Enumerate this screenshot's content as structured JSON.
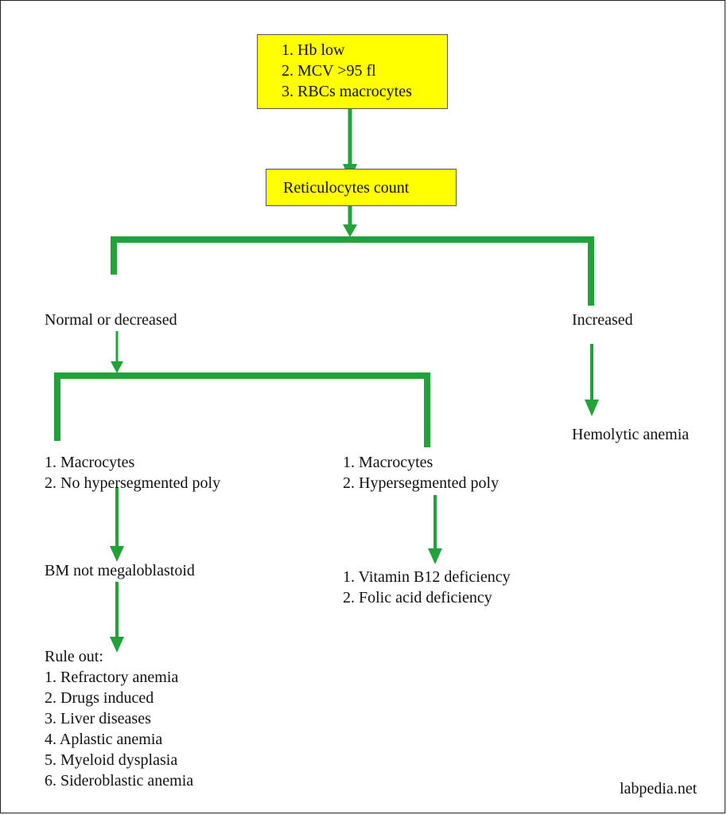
{
  "colors": {
    "box_fill": "#ffff00",
    "connector": "#22a33a"
  },
  "nodes": {
    "start": {
      "lines": [
        "1. Hb low",
        "2. MCV >95 fl",
        "3. RBCs macrocytes"
      ]
    },
    "retic": {
      "label": "Reticulocytes count"
    },
    "normal": {
      "label": "Normal or decreased"
    },
    "increased": {
      "label": "Increased"
    },
    "hemolytic": {
      "label": "Hemolytic anemia"
    },
    "no_hyper": {
      "lines": [
        "1. Macrocytes",
        "2. No hypersegmented poly"
      ]
    },
    "hyper": {
      "lines": [
        "1. Macrocytes",
        "2. Hypersegmented poly"
      ]
    },
    "bm": {
      "label": "BM not megaloblastoid"
    },
    "deficiency": {
      "lines": [
        "1. Vitamin B12 deficiency",
        "2. Folic acid deficiency"
      ]
    },
    "rule_out": {
      "lines": [
        "Rule out:",
        "1. Refractory anemia",
        "2. Drugs induced",
        "3. Liver diseases",
        "4. Aplastic anemia",
        "5. Myeloid dysplasia",
        "6. Sideroblastic anemia"
      ]
    }
  },
  "watermark": "labpedia.net"
}
